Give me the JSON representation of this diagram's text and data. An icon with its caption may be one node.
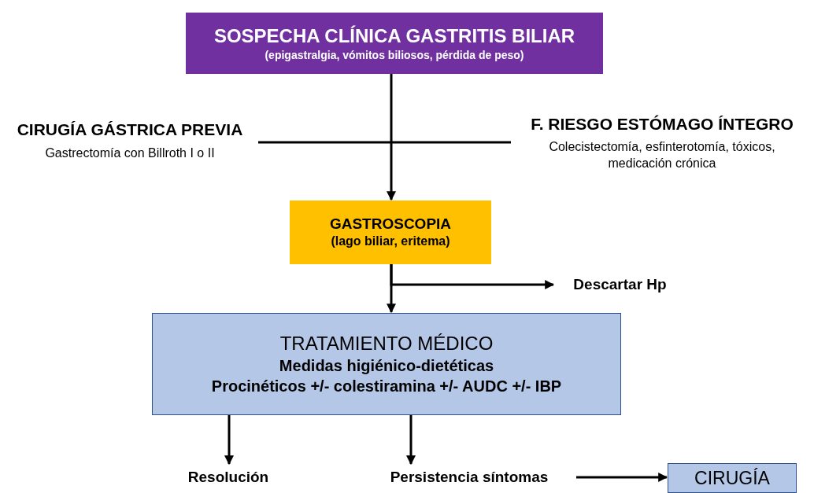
{
  "diagram": {
    "nodes": [
      {
        "text": [
          "SOSPECHA CLÍNICA GASTRITIS BILIAR",
          "(epigastralgia, vómitos biliosos, pérdida de peso)"
        ]
      },
      {
        "text": [
          "CIRUGÍA GÁSTRICA PREVIA",
          "Gastrectomía con Billroth I o II"
        ]
      },
      {
        "text": [
          "F. RIESGO ESTÓMAGO ÍNTEGRO",
          "Colecistectomía, esfinterotomía, tóxicos, medicación crónica"
        ]
      },
      {
        "text": [
          "GASTROSCOPIA",
          "(lago biliar, eritema)"
        ]
      },
      {
        "text": [
          "Descartar Hp"
        ]
      },
      {
        "text": [
          "TRATAMIENTO MÉDICO",
          "Medidas higiénico-dietéticas",
          "Procinéticos +/- colestiramina +/- AUDC +/- IBP"
        ]
      },
      {
        "text": [
          "Resolución"
        ]
      },
      {
        "text": [
          "Persistencia síntomas"
        ]
      },
      {
        "text": [
          "CIRUGÍA"
        ]
      }
    ],
    "edges": [
      {
        "from": 0,
        "to": 3,
        "arrow": "to"
      },
      {
        "from": 1,
        "to": 2,
        "arrow": "none"
      },
      {
        "from": 3,
        "to": 5,
        "arrow": "to"
      },
      {
        "from": 3,
        "to": 4,
        "arrow": "to"
      },
      {
        "from": 5,
        "to": 6,
        "arrow": "to"
      },
      {
        "from": 5,
        "to": 7,
        "arrow": "to"
      },
      {
        "from": 7,
        "to": 8,
        "arrow": "to"
      }
    ]
  }
}
